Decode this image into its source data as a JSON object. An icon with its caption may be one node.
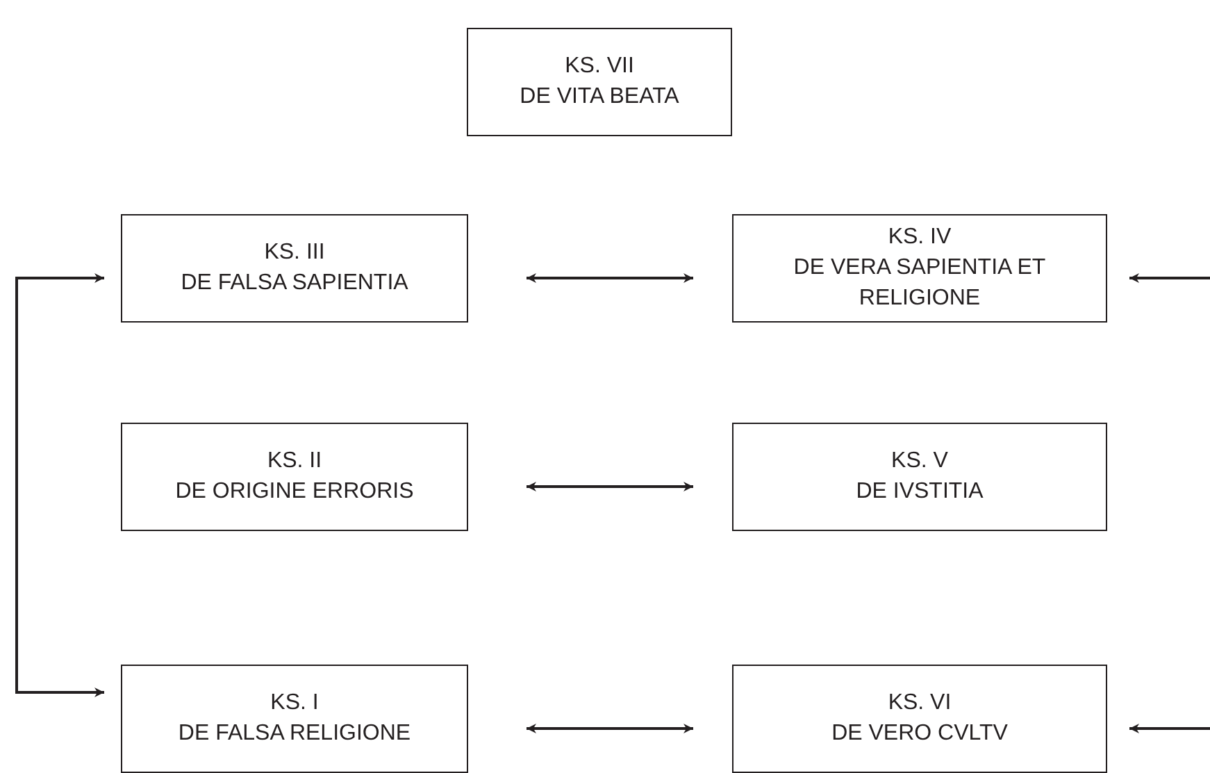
{
  "diagram": {
    "nodes": [
      {
        "text": [
          "KS. VII",
          "DE VITA BEATA"
        ]
      },
      {
        "text": [
          "KS. III",
          "DE FALSA SAPIENTIA"
        ]
      },
      {
        "text": [
          "KS. IV",
          "DE VERA SAPIENTIA ET RELIGIONE"
        ]
      },
      {
        "text": [
          "KS. II",
          "DE ORIGINE ERRORIS"
        ]
      },
      {
        "text": [
          "KS. V",
          "DE IVSTITIA"
        ]
      },
      {
        "text": [
          "KS. I",
          "DE FALSA RELIGIONE"
        ]
      },
      {
        "text": [
          "KS. VI",
          "DE VERO CVLTV"
        ]
      }
    ],
    "edges": [
      {
        "from": 1,
        "to": 2,
        "arrow": "both"
      },
      {
        "from": 3,
        "to": 4,
        "arrow": "both"
      },
      {
        "from": 5,
        "to": 6,
        "arrow": "both"
      },
      {
        "from": 1,
        "to": 5,
        "arrow": "both"
      },
      {
        "from": null,
        "to": 2,
        "arrow": "to"
      },
      {
        "from": null,
        "to": 6,
        "arrow": "to"
      }
    ]
  }
}
